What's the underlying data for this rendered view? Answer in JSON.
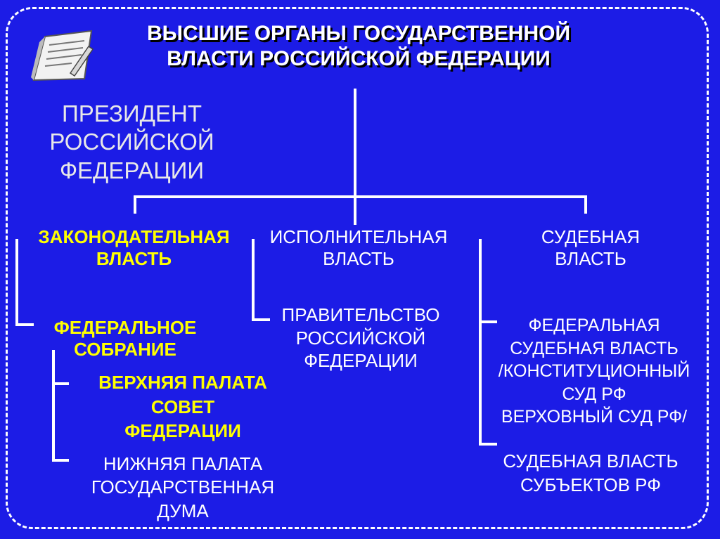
{
  "title": {
    "line1": "ВЫСШИЕ ОРГАНЫ ГОСУДАРСТВЕННОЙ",
    "line2": "ВЛАСТИ РОССИЙСКОЙ ФЕДЕРАЦИИ"
  },
  "president": {
    "line1": "ПРЕЗИДЕНТ",
    "line2": "РОССИЙСКОЙ",
    "line3": "ФЕДЕРАЦИИ"
  },
  "legislative": {
    "line1": "ЗАКОНОДАТЕЛЬНАЯ",
    "line2": "ВЛАСТЬ",
    "federal_assembly": {
      "line1": "ФЕДЕРАЛЬНОЕ",
      "line2": "СОБРАНИЕ"
    },
    "upper_chamber": {
      "line1": "ВЕРХНЯЯ ПАЛАТА",
      "line2": "СОВЕТ",
      "line3": "ФЕДЕРАЦИИ"
    },
    "lower_chamber": {
      "line1": "НИЖНЯЯ ПАЛАТА",
      "line2": "ГОСУДАРСТВЕННАЯ",
      "line3": "ДУМА"
    }
  },
  "executive": {
    "line1": "ИСПОЛНИТЕЛЬНАЯ",
    "line2": "ВЛАСТЬ",
    "government": {
      "line1": "ПРАВИТЕЛЬСТВО",
      "line2": "РОССИЙСКОЙ",
      "line3": "ФЕДЕРАЦИИ"
    }
  },
  "judicial": {
    "line1": "СУДЕБНАЯ",
    "line2": "ВЛАСТЬ",
    "federal": {
      "line1": "ФЕДЕРАЛЬНАЯ",
      "line2": "СУДЕБНАЯ ВЛАСТЬ",
      "line3": "/КОНСТИТУЦИОННЫЙ",
      "line4": "СУД РФ",
      "line5": "ВЕРХОВНЫЙ СУД РФ/"
    },
    "subjects": {
      "line1": "СУДЕБНАЯ ВЛАСТЬ",
      "line2": "СУБЪЕКТОВ РФ"
    }
  },
  "colors": {
    "background": "#1c1ce6",
    "text": "#ffffff",
    "highlight": "#ffff00"
  },
  "icons": {
    "title_icon": "document-scroll-icon"
  }
}
